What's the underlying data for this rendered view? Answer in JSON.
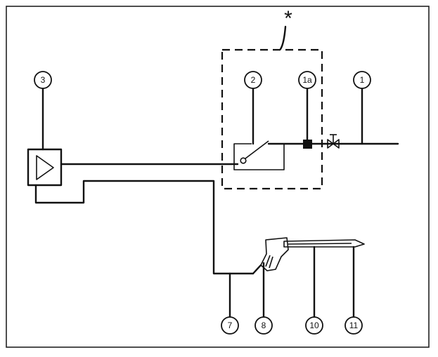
{
  "diagram": {
    "group_marker": "*",
    "callouts": [
      {
        "id": "c3",
        "label": "3"
      },
      {
        "id": "c2",
        "label": "2"
      },
      {
        "id": "c1a",
        "label": "1a"
      },
      {
        "id": "c1",
        "label": "1"
      },
      {
        "id": "c7",
        "label": "7"
      },
      {
        "id": "c8",
        "label": "8"
      },
      {
        "id": "c10",
        "label": "10"
      },
      {
        "id": "c11",
        "label": "11"
      }
    ]
  }
}
